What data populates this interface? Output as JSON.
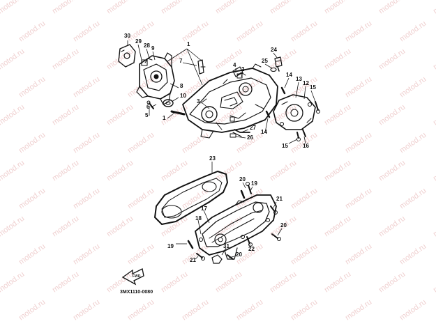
{
  "watermark": {
    "text": "motod.ru",
    "color": "#e3a9a9"
  },
  "diagram": {
    "code": "3MX1110-0080",
    "fwd_label": "FWD",
    "line_color": "#111111",
    "callouts": [
      {
        "id": "c30",
        "label": "30"
      },
      {
        "id": "c29",
        "label": "29"
      },
      {
        "id": "c28",
        "label": "28"
      },
      {
        "id": "c9",
        "label": "9"
      },
      {
        "id": "c1a",
        "label": "1"
      },
      {
        "id": "c7",
        "label": "7"
      },
      {
        "id": "c4",
        "label": "4"
      },
      {
        "id": "c2",
        "label": "2"
      },
      {
        "id": "c24",
        "label": "24"
      },
      {
        "id": "c25",
        "label": "25"
      },
      {
        "id": "c8",
        "label": "8"
      },
      {
        "id": "c10",
        "label": "10"
      },
      {
        "id": "c6",
        "label": "6"
      },
      {
        "id": "c5",
        "label": "5"
      },
      {
        "id": "c1b",
        "label": "1"
      },
      {
        "id": "c3",
        "label": "3"
      },
      {
        "id": "c14a",
        "label": "14"
      },
      {
        "id": "c13",
        "label": "13"
      },
      {
        "id": "c12",
        "label": "12"
      },
      {
        "id": "c15a",
        "label": "15"
      },
      {
        "id": "c14b",
        "label": "14"
      },
      {
        "id": "c27",
        "label": "27"
      },
      {
        "id": "c26",
        "label": "26"
      },
      {
        "id": "c15b",
        "label": "15"
      },
      {
        "id": "c16",
        "label": "16"
      },
      {
        "id": "c23",
        "label": "23"
      },
      {
        "id": "c20a",
        "label": "20"
      },
      {
        "id": "c19a",
        "label": "19"
      },
      {
        "id": "c21a",
        "label": "21"
      },
      {
        "id": "c17",
        "label": "17"
      },
      {
        "id": "c18",
        "label": "18"
      },
      {
        "id": "c20b",
        "label": "20"
      },
      {
        "id": "c19b",
        "label": "19"
      },
      {
        "id": "c22",
        "label": "22"
      },
      {
        "id": "c31",
        "label": "31"
      },
      {
        "id": "c20c",
        "label": "20"
      },
      {
        "id": "c21b",
        "label": "21"
      }
    ]
  }
}
